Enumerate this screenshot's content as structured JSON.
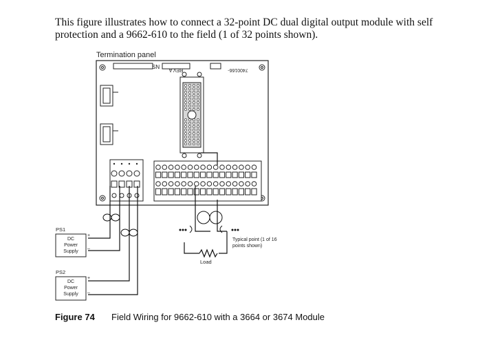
{
  "intro_text": "This figure illustrates how to connect a 32-point DC dual digital output module with self protection and a 9662-610 to the field (1 of 32 points shown).",
  "figure": {
    "panel_label": "Termination panel",
    "sn_label": "SN",
    "rev_label": "REV A",
    "part_label": "7400166-",
    "ps1": {
      "id": "PS1",
      "lines": [
        "DC",
        "Power",
        "Supply"
      ],
      "plus": "+",
      "minus": "–"
    },
    "ps2": {
      "id": "PS2",
      "lines": [
        "DC",
        "Power",
        "Supply"
      ],
      "plus": "+",
      "minus": "–"
    },
    "typical_note_lines": [
      "Typical point (1 of 16",
      "points shown)"
    ],
    "load_label": "Load"
  },
  "caption": {
    "number": "Figure 74",
    "text": "Field Wiring for 9662-610 with a 3664 or 3674 Module"
  }
}
